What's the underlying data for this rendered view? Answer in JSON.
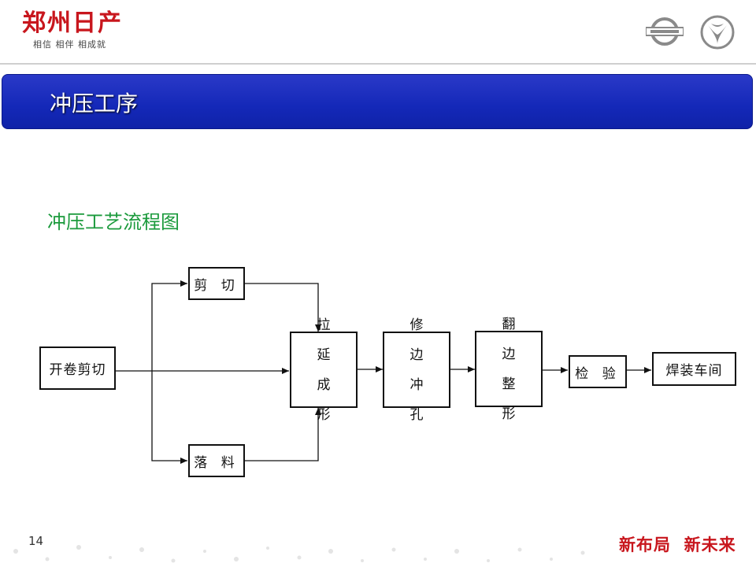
{
  "header": {
    "brand_name": "郑州日产",
    "brand_slogan": "相信 相伴 相成就"
  },
  "title": "冲压工序",
  "subtitle": "冲压工艺流程图",
  "nodes": {
    "uncoil": "开卷剪切",
    "shear": "剪 切",
    "blank": "落 料",
    "draw_line1": "拉 延",
    "draw_line2": "成 形",
    "trim_line1": "修 边",
    "trim_line2": "冲 孔",
    "flange_line1": "翻 边",
    "flange_line2": "整 形",
    "inspect": "检 验",
    "weld": "焊装车间"
  },
  "footer": {
    "page_number": "14",
    "tagline": "新布局  新未来"
  },
  "colors": {
    "brand_red": "#c8161d",
    "title_bar_blue": "#1428b8",
    "subtitle_green": "#1b9a3c"
  }
}
